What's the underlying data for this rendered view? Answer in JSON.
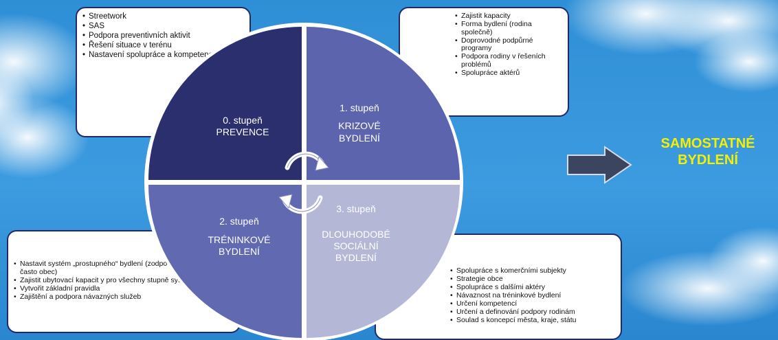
{
  "stage0": {
    "title": "0. stupeň",
    "name": "PREVENCE",
    "items": [
      "Streetwork",
      "SAS",
      "Podpora preventivních aktivit",
      "Řešení situace v terénu",
      "Nastavení spolupráce a kompetencí aktérů"
    ]
  },
  "stage1": {
    "title": "1. stupeň",
    "name_line1": "KRIZOVÉ",
    "name_line2": "BYDLENÍ",
    "items": [
      "Zajistit kapacity",
      "Forma bydlení (rodina společně)",
      "Doprovodné podpůrné programy",
      "Podpora rodiny v řešeních problémů",
      "Spolupráce aktérů"
    ]
  },
  "stage2": {
    "title": "2. stupeň",
    "name_line1": "TRÉNINKOVÉ",
    "name_line2": "BYDLENÍ",
    "items": [
      "Nastavit systém „prostupného“ bydlení (zodpovědná osoba – často obec)",
      "Zajistit ubytovací kapacit y pro všechny stupně systému",
      "Vytvořit základní pravidla",
      "Zajištění a podpora návazných služeb"
    ]
  },
  "stage3": {
    "title": "3. stupeň",
    "name_line1": "DLOUHODOBÉ",
    "name_line2": "SOCIÁLNÍ",
    "name_line3": "BYDLENÍ",
    "items": [
      "Spolupráce s komerčními subjekty",
      "Strategie obce",
      "Spolupráce s dalšími aktéry",
      "Návaznost na tréninkové bydlení",
      "Určení kompetencí",
      "Určení a definování podpory rodinám",
      "Soulad s koncepcí města, kraje, státu"
    ]
  },
  "goal": {
    "line1": "SAMOSTATNÉ",
    "line2": "BYDLENÍ"
  },
  "colors": {
    "stage0": "#2b2f6e",
    "stage1": "#5c64ad",
    "stage2": "#6169b1",
    "stage3": "#b4b8d6",
    "goal_text": "#f3f000",
    "arrow": "#3b4560"
  }
}
